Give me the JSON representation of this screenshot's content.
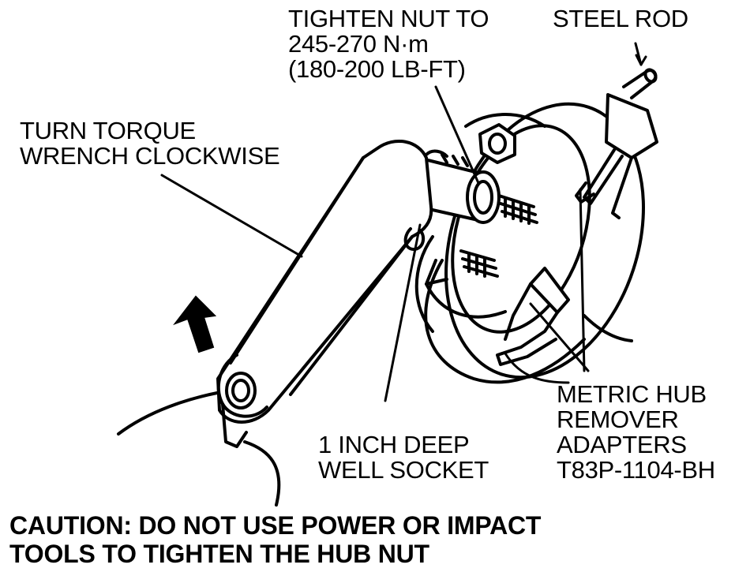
{
  "labels": {
    "tighten_nut": [
      "TIGHTEN NUT TO",
      "245-270 N·m",
      "(180-200 LB-FT)"
    ],
    "steel_rod": [
      "STEEL ROD"
    ],
    "turn_wrench": [
      "TURN TORQUE",
      "WRENCH CLOCKWISE"
    ],
    "metric_hub": [
      "METRIC HUB",
      "REMOVER",
      "ADAPTERS",
      "T83P-1104-BH"
    ],
    "deep_socket": [
      "1 INCH DEEP",
      "WELL SOCKET"
    ]
  },
  "caution": [
    "CAUTION: DO NOT USE POWER OR IMPACT",
    "TOOLS TO TIGHTEN THE HUB NUT"
  ],
  "colors": {
    "ink": "#000000",
    "paper": "#ffffff"
  }
}
